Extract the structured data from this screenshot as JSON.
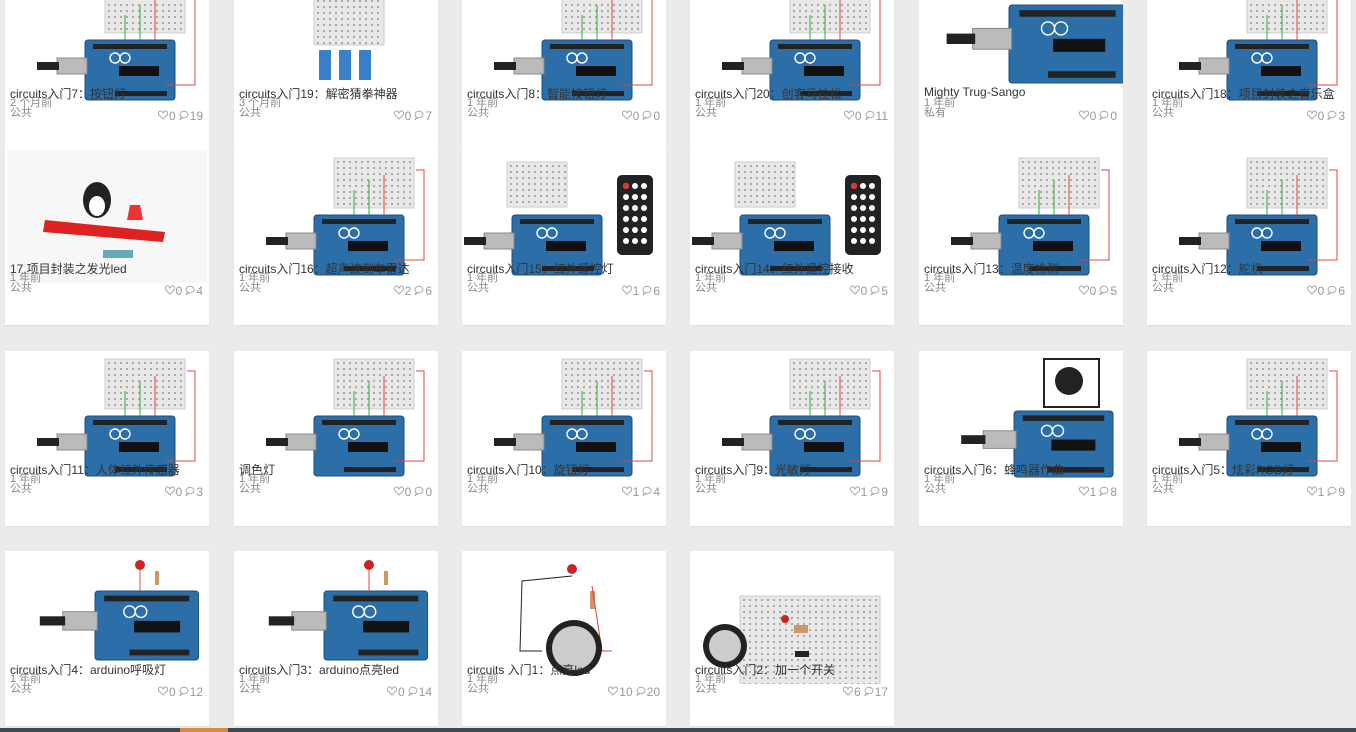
{
  "cards": [
    {
      "title": "circuits入门7：按钮灯",
      "time": "2 个月前",
      "visibility": "公共",
      "likes": "0",
      "comments": "19",
      "thumb": "arduino-breadboard"
    },
    {
      "title": "circuits入门19：解密猜拳神器",
      "time": "3 个月前",
      "visibility": "公共",
      "likes": "0",
      "comments": "7",
      "thumb": "servo-breadboard"
    },
    {
      "title": "circuits入门8：智能按钮灯",
      "time": "1 年前",
      "visibility": "公共",
      "likes": "0",
      "comments": "0",
      "thumb": "arduino-breadboard"
    },
    {
      "title": "circuits入门20：创客马拉松",
      "time": "1 年前",
      "visibility": "公共",
      "likes": "0",
      "comments": "11",
      "thumb": "arduino-breadboard"
    },
    {
      "title": "Mighty Trug-Sango",
      "time": "1 年前",
      "visibility": "私有",
      "likes": "0",
      "comments": "0",
      "thumb": "arduino"
    },
    {
      "title": "circuits入门18：项目封装之音乐盒",
      "time": "1 年前",
      "visibility": "公共",
      "likes": "0",
      "comments": "3",
      "thumb": "arduino-breadboard"
    },
    {
      "title": "17.项目封装之发光led",
      "time": "1 年前",
      "visibility": "公共",
      "likes": "0",
      "comments": "4",
      "thumb": "model3d"
    },
    {
      "title": "circuits入门16：超声波倒车雷达",
      "time": "1 年前",
      "visibility": "公共",
      "likes": "2",
      "comments": "6",
      "thumb": "arduino-breadboard"
    },
    {
      "title": "circuits入门15：红外遥控灯",
      "time": "1 年前",
      "visibility": "公共",
      "likes": "1",
      "comments": "6",
      "thumb": "remote"
    },
    {
      "title": "circuits入门14：红外遥控接收",
      "time": "1 年前",
      "visibility": "公共",
      "likes": "0",
      "comments": "5",
      "thumb": "remote"
    },
    {
      "title": "circuits入门13：温度检测",
      "time": "1 年前",
      "visibility": "公共",
      "likes": "0",
      "comments": "5",
      "thumb": "arduino-breadboard"
    },
    {
      "title": "circuits入门12：舵机",
      "time": "1 年前",
      "visibility": "公共",
      "likes": "0",
      "comments": "6",
      "thumb": "arduino-breadboard"
    },
    {
      "title": "circuits入门11：人体红外传感器",
      "time": "1 年前",
      "visibility": "公共",
      "likes": "0",
      "comments": "3",
      "thumb": "arduino-breadboard"
    },
    {
      "title": "调色灯",
      "time": "1 年前",
      "visibility": "公共",
      "likes": "0",
      "comments": "0",
      "thumb": "arduino-breadboard"
    },
    {
      "title": "circuits入门10：旋钮灯",
      "time": "1 年前",
      "visibility": "公共",
      "likes": "1",
      "comments": "4",
      "thumb": "arduino-breadboard"
    },
    {
      "title": "circuits入门9：光敏灯",
      "time": "1 年前",
      "visibility": "公共",
      "likes": "1",
      "comments": "9",
      "thumb": "arduino-breadboard"
    },
    {
      "title": "circuits入门6：蜂鸣器作曲",
      "time": "1 年前",
      "visibility": "公共",
      "likes": "1",
      "comments": "8",
      "thumb": "buzzer"
    },
    {
      "title": "circuits入门5：炫彩RGB灯",
      "time": "1 年前",
      "visibility": "公共",
      "likes": "1",
      "comments": "9",
      "thumb": "arduino-breadboard"
    },
    {
      "title": "circuits入门4：arduino呼吸灯",
      "time": "1 年前",
      "visibility": "公共",
      "likes": "0",
      "comments": "12",
      "thumb": "arduino-led"
    },
    {
      "title": "circuits入门3：arduino点亮led",
      "time": "1 年前",
      "visibility": "公共",
      "likes": "0",
      "comments": "14",
      "thumb": "arduino-led"
    },
    {
      "title": "circuits 入门1：点亮led",
      "time": "1 年前",
      "visibility": "公共",
      "likes": "10",
      "comments": "20",
      "thumb": "coin"
    },
    {
      "title": "circuits入门2：加一个开关",
      "time": "1 年前",
      "visibility": "公共",
      "likes": "6",
      "comments": "17",
      "thumb": "coin-board"
    }
  ],
  "icons": {
    "like": "heart-icon",
    "comment": "comment-icon"
  },
  "colors": {
    "board": "#2b6ea8",
    "breadboard": "#e6e6e6",
    "wire_red": "#d44",
    "wire_green": "#3a3"
  }
}
